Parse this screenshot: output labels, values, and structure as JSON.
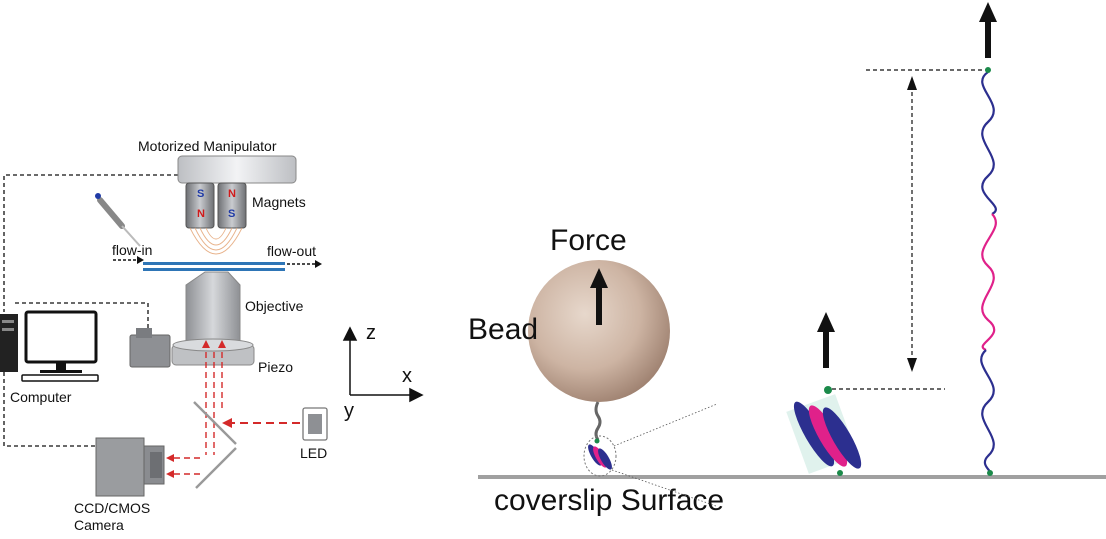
{
  "setup": {
    "motorized_manipulator": "Motorized Manipulator",
    "magnets": "Magnets",
    "flow_in": "flow-in",
    "flow_out": "flow-out",
    "objective": "Objective",
    "piezo": "Piezo",
    "computer": "Computer",
    "led": "LED",
    "camera_line1": "CCD/CMOS",
    "camera_line2": "Camera",
    "magnet_poles_left": [
      "S",
      "N"
    ],
    "magnet_poles_right": [
      "N",
      "S"
    ]
  },
  "axes": {
    "z": "z",
    "x": "x",
    "y": "y"
  },
  "zoom": {
    "force": "Force",
    "bead": "Bead",
    "surface": "coverslip Surface"
  },
  "colors": {
    "dna": "#2c2f8f",
    "protein_pink": "#e0218a",
    "light_path": "#d42a2a",
    "glass": "#2e75b6",
    "surface": "#a0a0a0"
  }
}
